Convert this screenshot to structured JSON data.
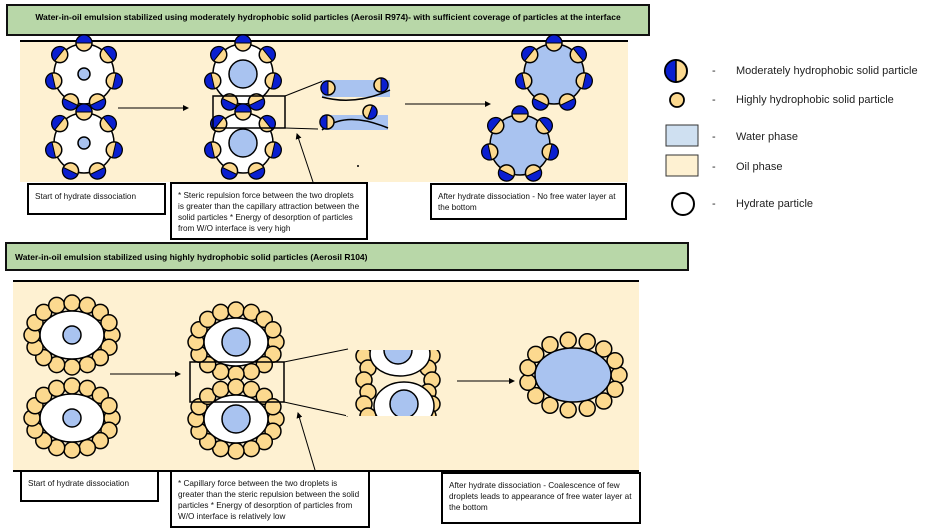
{
  "section_top": {
    "title": "Water-in-oil emulsion stabilized using moderately hydrophobic solid particles (Aerosil R974)- with sufficient coverage of particles at the interface",
    "captions": [
      "Start of hydrate dissociation",
      "* Steric repulsion force between the two droplets is greater than the capillary attraction between the solid particles * Energy of desorption of particles from W/O interface is very high",
      "After hydrate dissociation - No free water layer at the bottom"
    ]
  },
  "section_bottom": {
    "title": "Water-in-oil emulsion stabilized using highly hydrophobic solid particles (Aerosil R104)",
    "captions": [
      "Start of hydrate dissociation",
      "* Capillary force between the two droplets is greater than the steric repulsion between the solid particles * Energy of desorption of particles from W/O interface is relatively low",
      "After hydrate dissociation - Coalescence of few droplets leads to appearance of free water layer at the bottom"
    ]
  },
  "legend": [
    {
      "icon": "moderately-hydrophobic-particle-icon",
      "dash": "-",
      "label": "Moderately hydrophobic solid particle"
    },
    {
      "icon": "highly-hydrophobic-particle-icon",
      "dash": "-",
      "label": "Highly hydrophobic solid particle"
    },
    {
      "icon": "water-phase-swatch",
      "dash": "-",
      "label": "Water phase"
    },
    {
      "icon": "oil-phase-swatch",
      "dash": "-",
      "label": "Oil phase"
    },
    {
      "icon": "hydrate-particle-icon",
      "dash": "-",
      "label": "Hydrate particle"
    }
  ],
  "colors": {
    "banner": "#b8d7a8",
    "oil": "#fef1d2",
    "particle_tan": "#fcd98f",
    "particle_blue": "#0a1fd0",
    "water": "#a9c3f0",
    "water_legend": "#cfe0f1",
    "hydrate": "#ffffff"
  }
}
